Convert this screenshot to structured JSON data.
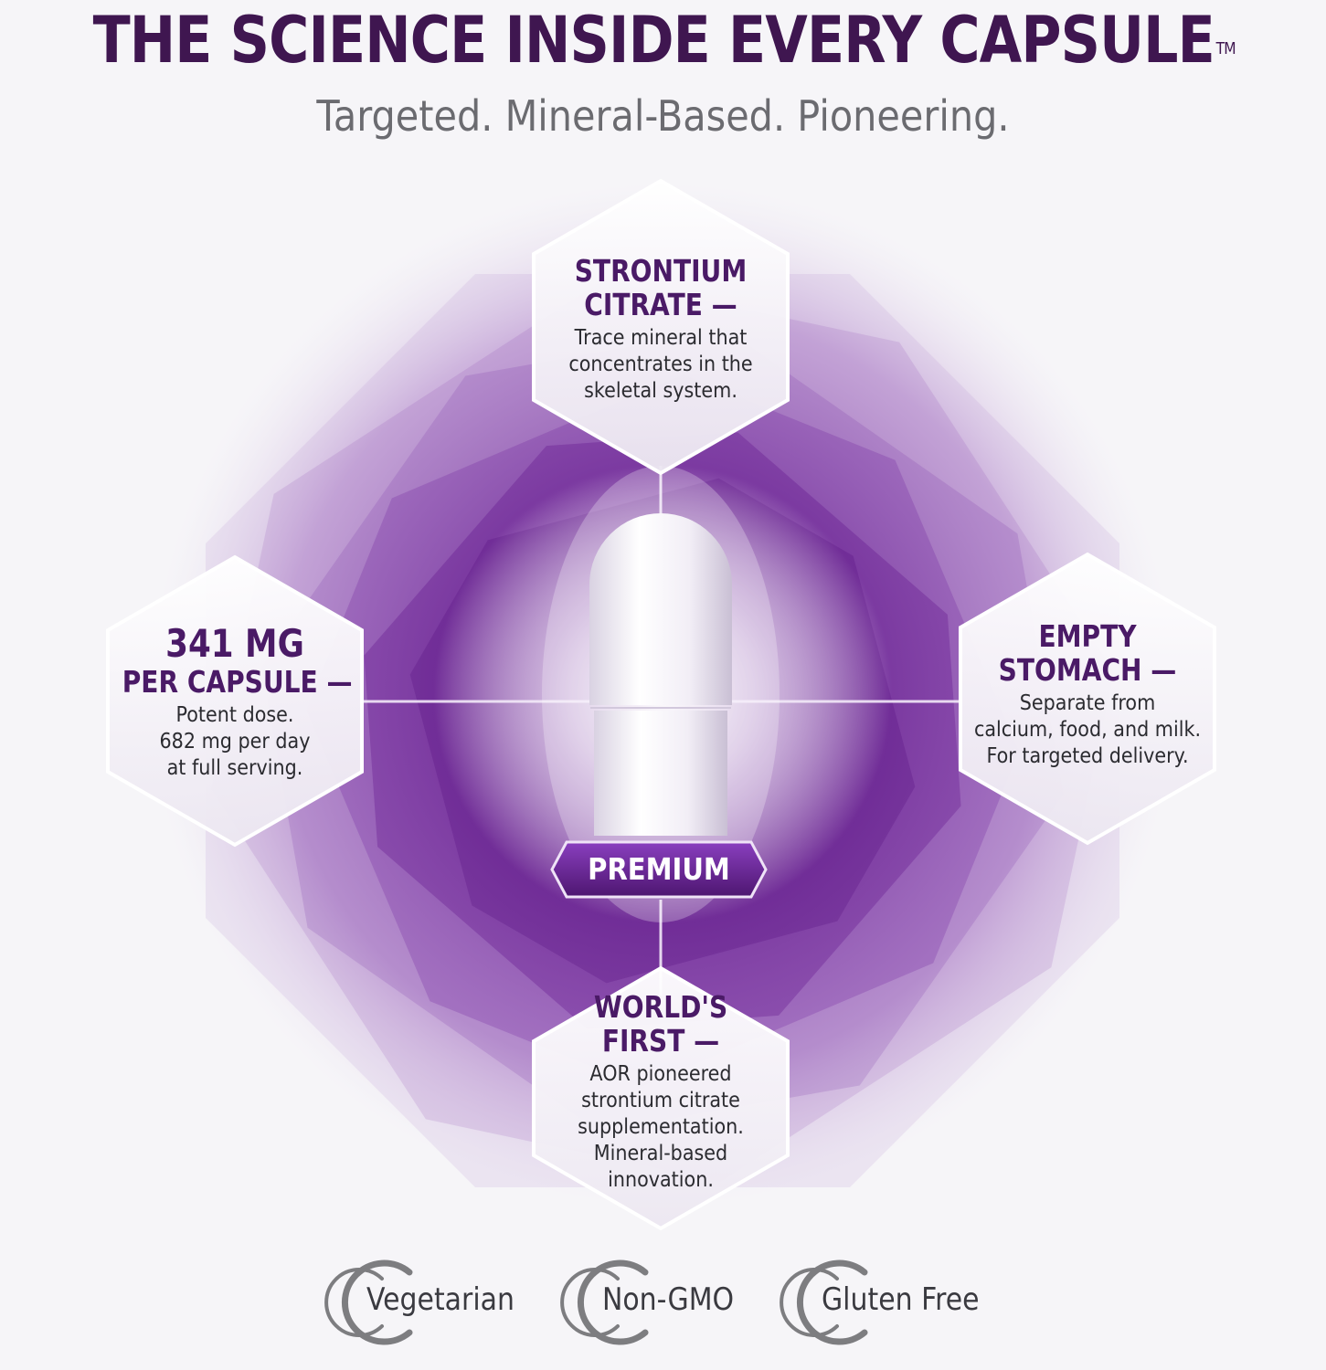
{
  "header": {
    "title": "THE SCIENCE INSIDE EVERY CAPSULE",
    "trademark": "TM",
    "subtitle": "Targeted. Mineral-Based. Pioneering."
  },
  "features": {
    "top": {
      "heading": [
        "STRONTIUM",
        "CITRATE —"
      ],
      "body": [
        "Trace mineral that",
        "concentrates in the",
        "skeletal system."
      ]
    },
    "left": {
      "heading": [
        "341 MG",
        "PER CAPSULE —"
      ],
      "body": [
        "Potent dose.",
        "682 mg per day",
        "at full serving."
      ]
    },
    "right": {
      "heading": [
        "EMPTY",
        "STOMACH —"
      ],
      "body": [
        "Separate from",
        "calcium, food, and milk.",
        "For targeted delivery."
      ]
    },
    "bottom": {
      "heading": [
        "WORLD'S",
        "FIRST —"
      ],
      "body": [
        "AOR pioneered",
        "strontium citrate",
        "supplementation.",
        "Mineral-based",
        "innovation."
      ]
    }
  },
  "capsule": {
    "label": "PREMIUM"
  },
  "badges": [
    {
      "label": "Vegetarian",
      "icon": "c-ring-icon"
    },
    {
      "label": "Non-GMO",
      "icon": "c-ring-icon"
    },
    {
      "label": "Gluten Free",
      "icon": "c-ring-icon"
    }
  ],
  "colors": {
    "brand_purple": "#3f1650",
    "deep_purple": "#4a1a66",
    "glow_purple": "#7a2aa8",
    "gray_text": "#6b6b70"
  }
}
